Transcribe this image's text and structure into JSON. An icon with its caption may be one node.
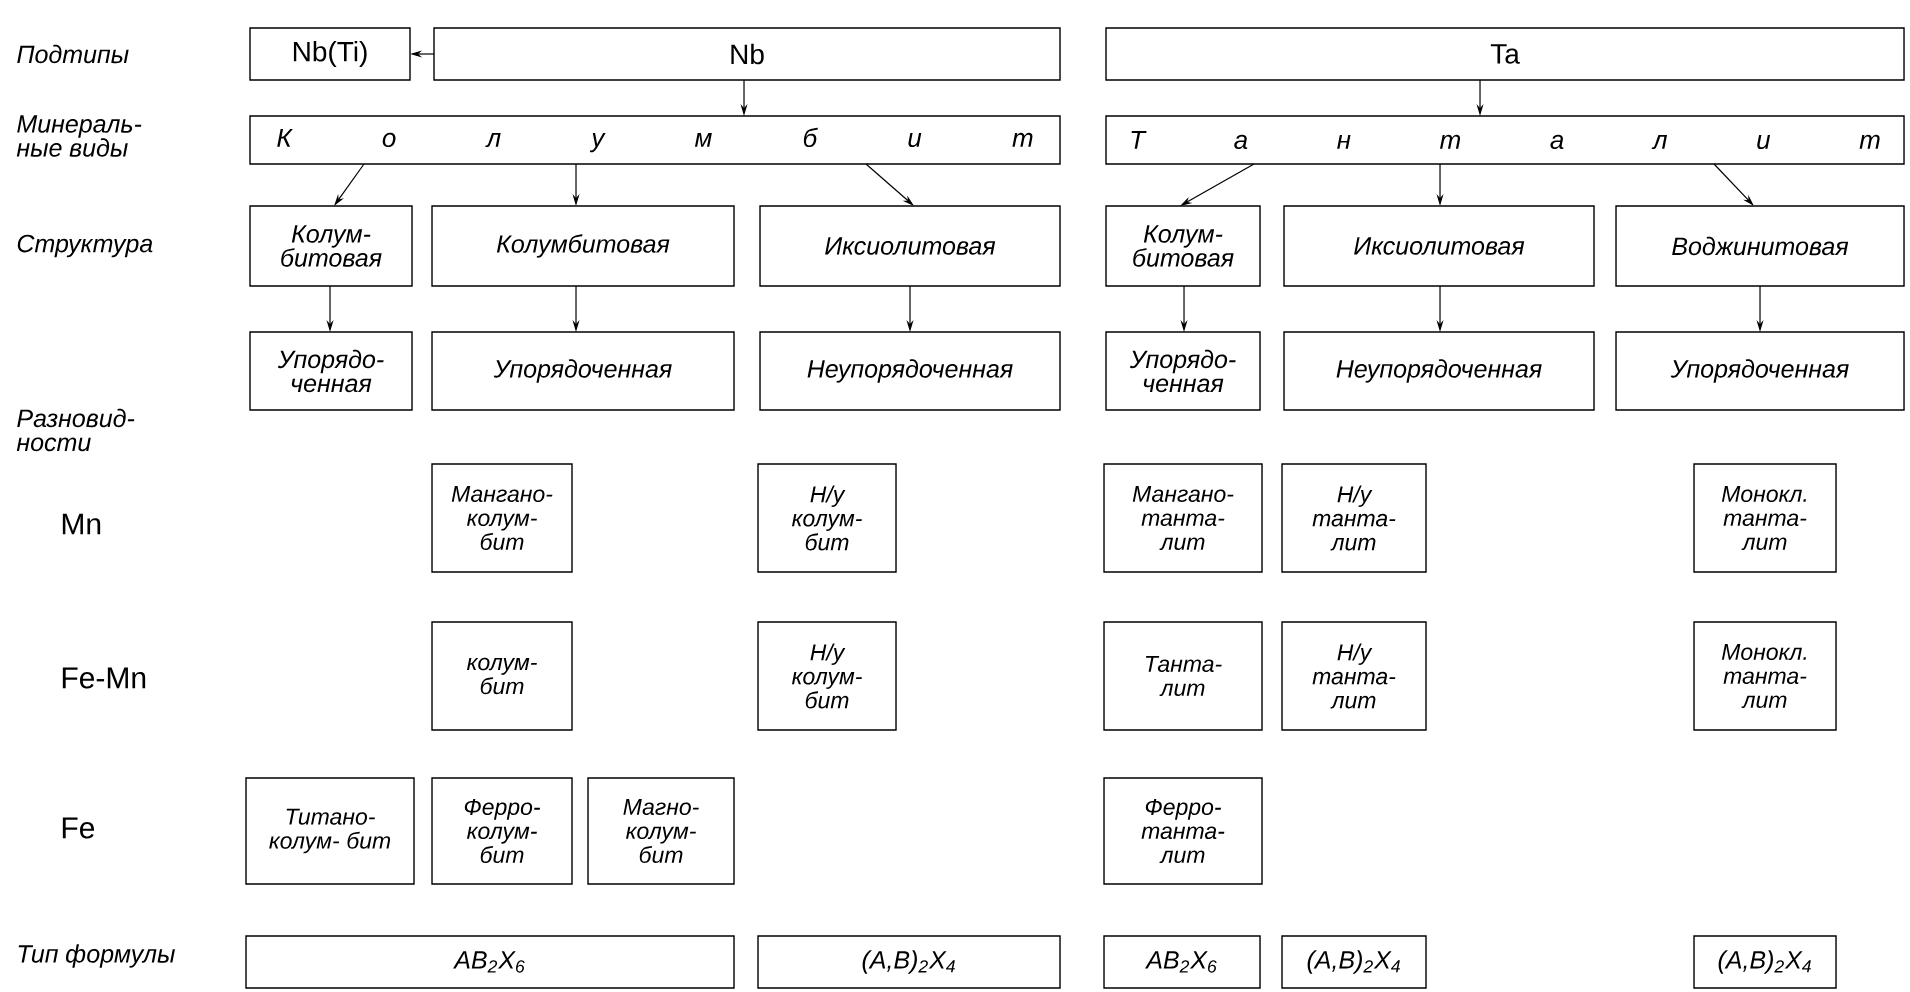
{
  "diagram": {
    "nodes": [
      {
        "text": [
          "Nb(Ti)"
        ]
      },
      {
        "text": [
          "Nb"
        ]
      },
      {
        "text": [
          "Ta"
        ]
      },
      {
        "text": [
          "К о л у м б и т"
        ]
      },
      {
        "text": [
          "Т а н т а л и т"
        ]
      },
      {
        "text": [
          "Колум- битовая"
        ]
      },
      {
        "text": [
          "Колумбитовая"
        ]
      },
      {
        "text": [
          "Иксиолитовая"
        ]
      },
      {
        "text": [
          "Колум- битовая"
        ]
      },
      {
        "text": [
          "Иксиолитовая"
        ]
      },
      {
        "text": [
          "Воджинитовая"
        ]
      },
      {
        "text": [
          "Упорядо- ченная"
        ]
      },
      {
        "text": [
          "Упорядоченная"
        ]
      },
      {
        "text": [
          "Неупорядоченная"
        ]
      },
      {
        "text": [
          "Упорядо- ченная"
        ]
      },
      {
        "text": [
          "Неупорядоченная"
        ]
      },
      {
        "text": [
          "Упорядоченная"
        ]
      },
      {
        "text": [
          "Мангано- колум- бит"
        ]
      },
      {
        "text": [
          "Н/у колум- бит"
        ]
      },
      {
        "text": [
          "Мангано- танта- лит"
        ]
      },
      {
        "text": [
          "Н/у танта- лит"
        ]
      },
      {
        "text": [
          "Монокл. танта- лит"
        ]
      },
      {
        "text": [
          "колум- бит"
        ]
      },
      {
        "text": [
          "Н/у колум- бит"
        ]
      },
      {
        "text": [
          "Танта- лит"
        ]
      },
      {
        "text": [
          "Н/у танта- лит"
        ]
      },
      {
        "text": [
          "Монокл. танта- лит"
        ]
      },
      {
        "text": [
          "Титано- колум- бит"
        ]
      },
      {
        "text": [
          "Ферро- колум- бит"
        ]
      },
      {
        "text": [
          "Магно- колум- бит"
        ]
      },
      {
        "text": [
          "Ферро- танта- лит"
        ]
      },
      {
        "text": [
          "AB$_{2}$X$_{6}$"
        ]
      },
      {
        "text": [
          "(A,B)$_{2}$X$_{4}$"
        ]
      },
      {
        "text": [
          "AB$_{2}$X$_{6}$"
        ]
      },
      {
        "text": [
          "(A,B)$_{2}$X$_{4}$"
        ]
      },
      {
        "text": [
          "(A,B)$_{2}$X$_{4}$"
        ]
      }
    ],
    "edges": [
      {
        "from": 1,
        "to": 0,
        "arrow": "to"
      },
      {
        "from": 1,
        "to": 3,
        "arrow": "to"
      },
      {
        "from": 2,
        "to": 4,
        "arrow": "to"
      },
      {
        "from": 3,
        "to": 5,
        "arrow": "to"
      },
      {
        "from": 3,
        "to": 6,
        "arrow": "to"
      },
      {
        "from": 3,
        "to": 7,
        "arrow": "to"
      },
      {
        "from": 4,
        "to": 8,
        "arrow": "to"
      },
      {
        "from": 4,
        "to": 9,
        "arrow": "to"
      },
      {
        "from": 4,
        "to": 10,
        "arrow": "to"
      },
      {
        "from": 5,
        "to": 11,
        "arrow": "to"
      },
      {
        "from": 6,
        "to": 12,
        "arrow": "to"
      },
      {
        "from": 7,
        "to": 13,
        "arrow": "to"
      },
      {
        "from": 8,
        "to": 14,
        "arrow": "to"
      },
      {
        "from": 9,
        "to": 15,
        "arrow": "to"
      },
      {
        "from": 10,
        "to": 16,
        "arrow": "to"
      }
    ],
    "labels": [
      "Подтипы",
      "Минераль- ные виды",
      "Структура",
      "Разновид- ности",
      "Mn",
      "Fe-Mn",
      "Fe",
      "Тип формулы"
    ]
  }
}
